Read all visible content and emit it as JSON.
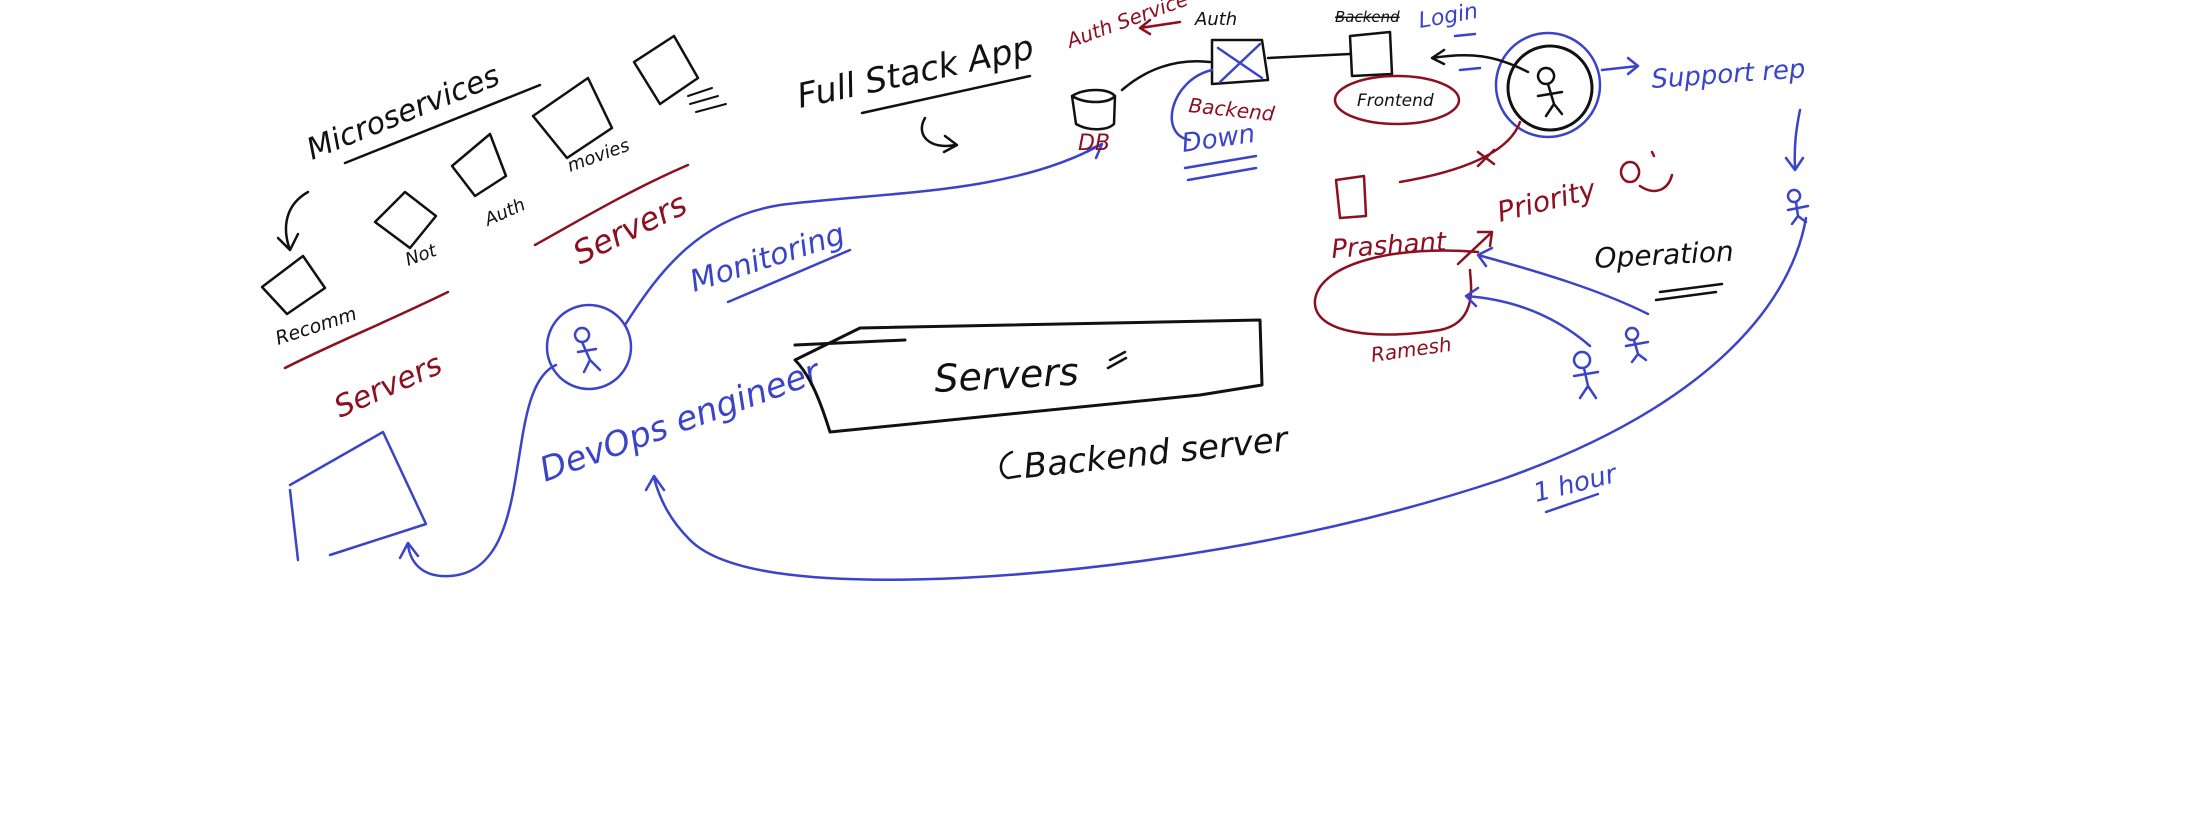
{
  "colors": {
    "black_ink": "#111111",
    "blue_ink": "#3a44c9",
    "red_ink": "#8c1020",
    "background": "#ffffff"
  },
  "labels": {
    "microservices": "Microservices",
    "recommendations": "Recomm",
    "notification": "Not",
    "auth": "Auth",
    "movies": "movies",
    "servers_left": "Servers",
    "servers_mid": "Servers",
    "full_stack_app": "Full Stack App",
    "db": "DB",
    "auth_service": "Auth Service",
    "auth_top": "Auth",
    "backend_top": "Backend",
    "backend_down_red": "Backend",
    "down": "Down",
    "frontend": "Frontend",
    "login": "Login",
    "support_rep": "Support rep",
    "monitoring": "Monitoring",
    "servers_box": "Servers",
    "backend_server": "Backend server",
    "devops_engineer": "DevOps engineer",
    "prashant": "Prashant",
    "priority": "Priority",
    "ramesh": "Ramesh",
    "operation": "Operation",
    "one_hour": "1 hour"
  },
  "icons": [
    "user-icon",
    "server-box-icon",
    "database-icon",
    "smiley-icon",
    "cross-mark-icon",
    "arrow-icon"
  ]
}
